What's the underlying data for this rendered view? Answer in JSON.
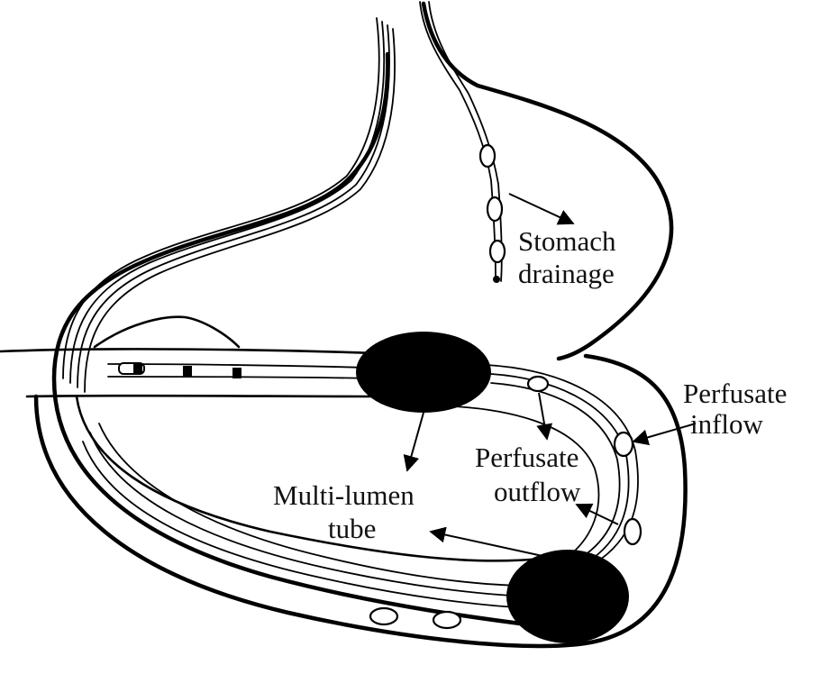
{
  "labels": {
    "stomach_line1": "Stomach",
    "stomach_line2": "drainage",
    "inflow_line1": "Perfusate",
    "inflow_line2": "inflow",
    "outflow_line1": "Perfusate",
    "outflow_line2": "outflow",
    "tube_line1": "Multi-lumen",
    "tube_line2": "tube"
  }
}
